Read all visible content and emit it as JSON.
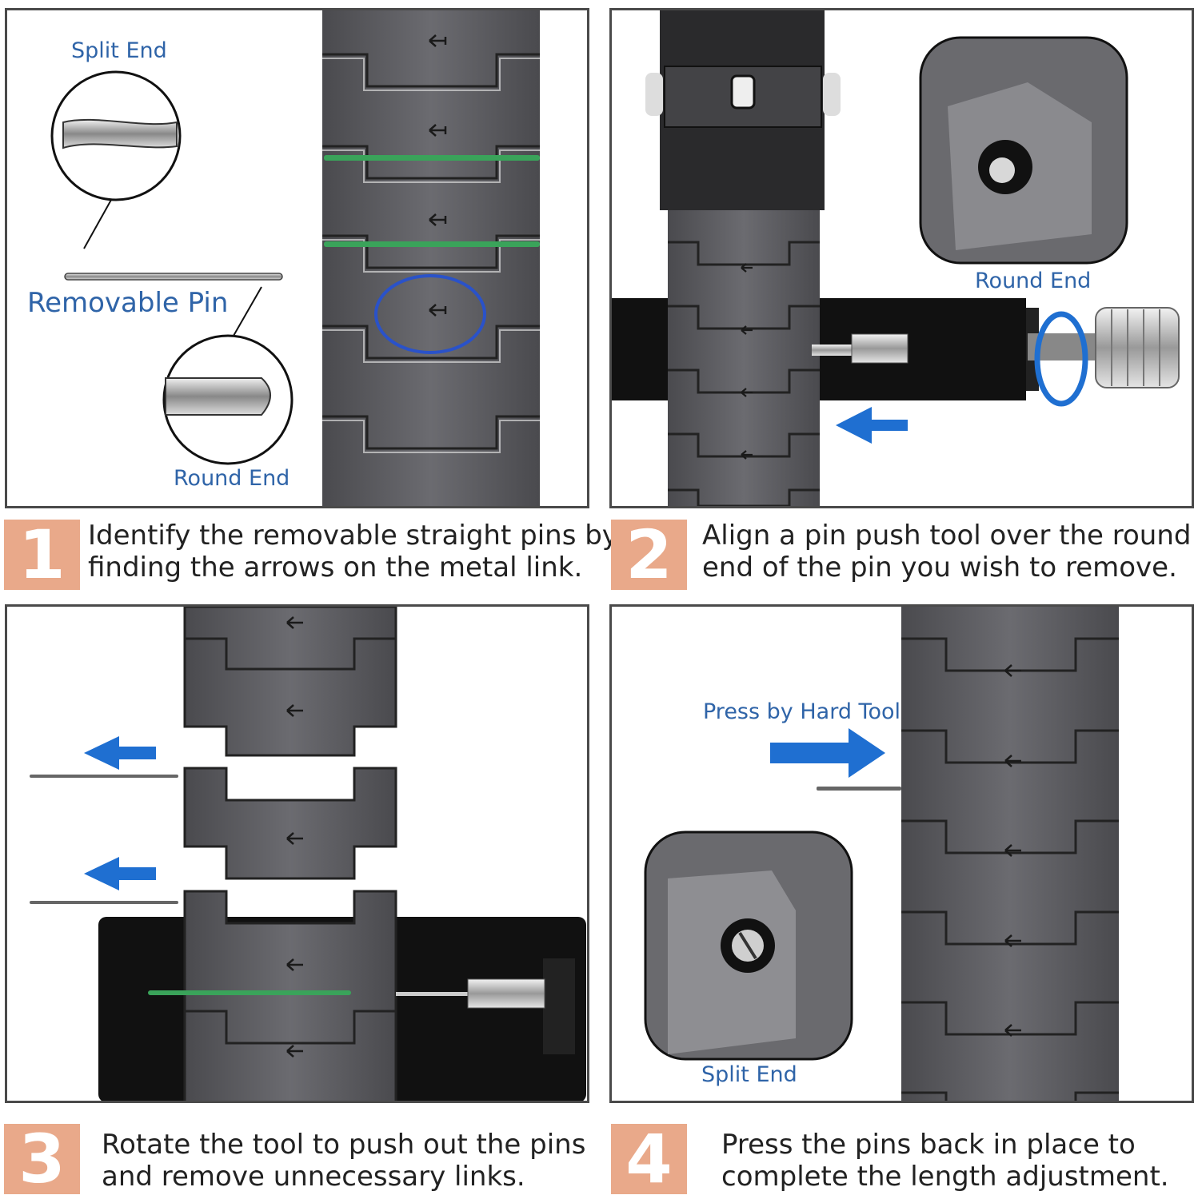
{
  "colors": {
    "label_blue": "#2f64a8",
    "badge": "#e9a98a",
    "arrow_blue": "#1f6fd1",
    "pin_green": "#3aa35a",
    "metal": "#5f5f63",
    "metal_dark": "#3b3b3e",
    "tool_black": "#111111"
  },
  "panel1": {
    "split_end": "Split End",
    "removable_pin": "Removable Pin",
    "round_end": "Round End"
  },
  "panel2": {
    "round_end": "Round End"
  },
  "panel4": {
    "press_tool": "Press by Hard Tool",
    "split_end": "Split End"
  },
  "steps": [
    {
      "num": "1",
      "line1": "Identify the removable straight pins by",
      "line2": "finding the arrows on the metal link."
    },
    {
      "num": "2",
      "line1": "Align a pin push tool over the round",
      "line2": "end of the pin you wish to remove."
    },
    {
      "num": "3",
      "line1": "Rotate the tool to push out the pins",
      "line2": "and remove unnecessary links."
    },
    {
      "num": "4",
      "line1": "Press the pins back in place to",
      "line2": "complete the length adjustment."
    }
  ]
}
